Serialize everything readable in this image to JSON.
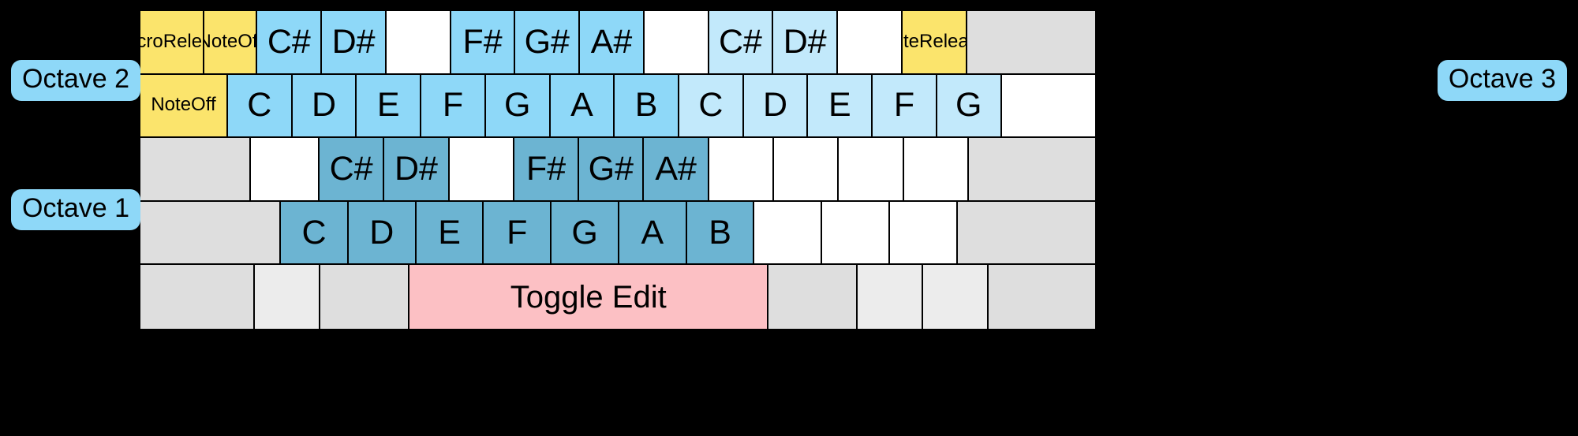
{
  "background_color": "#000000",
  "palette": {
    "yellow": "#fbe46c",
    "blue": "#8ed8f8",
    "blue_light": "#c2e9fb",
    "blue_dark": "#6cb4d2",
    "pink": "#fcc0c4",
    "gray": "#dedede",
    "gray_light": "#ececec",
    "white": "#ffffff"
  },
  "labels": {
    "octave_left_upper": "Octave 2",
    "octave_left_lower": "Octave 1",
    "octave_right": "Octave 3"
  },
  "keyboard": {
    "rows": [
      {
        "name": "number-row",
        "keys": [
          {
            "label": "Macro Release",
            "fill": "yellow",
            "size": "small",
            "lines": [
              "Macro",
              "Release"
            ]
          },
          {
            "label": "Note Off",
            "fill": "yellow",
            "size": "small",
            "lines": [
              "Note",
              "Off"
            ]
          },
          {
            "label": "C#",
            "fill": "blue",
            "size": "big"
          },
          {
            "label": "D#",
            "fill": "blue",
            "size": "big"
          },
          {
            "label": "",
            "fill": "white",
            "size": "big"
          },
          {
            "label": "F#",
            "fill": "blue",
            "size": "big"
          },
          {
            "label": "G#",
            "fill": "blue",
            "size": "big"
          },
          {
            "label": "A#",
            "fill": "blue",
            "size": "big"
          },
          {
            "label": "",
            "fill": "white",
            "size": "big"
          },
          {
            "label": "C#",
            "fill": "blue_light",
            "size": "big"
          },
          {
            "label": "D#",
            "fill": "blue_light",
            "size": "big"
          },
          {
            "label": "",
            "fill": "white",
            "size": "big"
          },
          {
            "label": "Note Release",
            "fill": "yellow",
            "size": "small",
            "lines": [
              "Note",
              "Release"
            ]
          },
          {
            "label": "",
            "fill": "gray",
            "size": "big"
          }
        ]
      },
      {
        "name": "top-letter-row",
        "keys": [
          {
            "label": "Note Off",
            "fill": "yellow",
            "size": "mid",
            "lines": [
              "Note",
              "Off"
            ]
          },
          {
            "label": "C",
            "fill": "blue",
            "size": "big"
          },
          {
            "label": "D",
            "fill": "blue",
            "size": "big"
          },
          {
            "label": "E",
            "fill": "blue",
            "size": "big"
          },
          {
            "label": "F",
            "fill": "blue",
            "size": "big"
          },
          {
            "label": "G",
            "fill": "blue",
            "size": "big"
          },
          {
            "label": "A",
            "fill": "blue",
            "size": "big"
          },
          {
            "label": "B",
            "fill": "blue",
            "size": "big"
          },
          {
            "label": "C",
            "fill": "blue_light",
            "size": "big"
          },
          {
            "label": "D",
            "fill": "blue_light",
            "size": "big"
          },
          {
            "label": "E",
            "fill": "blue_light",
            "size": "big"
          },
          {
            "label": "F",
            "fill": "blue_light",
            "size": "big"
          },
          {
            "label": "G",
            "fill": "blue_light",
            "size": "big"
          },
          {
            "label": "",
            "fill": "white",
            "size": "big"
          }
        ]
      },
      {
        "name": "home-row",
        "keys": [
          {
            "label": "",
            "fill": "gray",
            "size": "big"
          },
          {
            "label": "",
            "fill": "white",
            "size": "big"
          },
          {
            "label": "C#",
            "fill": "blue_dark",
            "size": "big"
          },
          {
            "label": "D#",
            "fill": "blue_dark",
            "size": "big"
          },
          {
            "label": "",
            "fill": "white",
            "size": "big"
          },
          {
            "label": "F#",
            "fill": "blue_dark",
            "size": "big"
          },
          {
            "label": "G#",
            "fill": "blue_dark",
            "size": "big"
          },
          {
            "label": "A#",
            "fill": "blue_dark",
            "size": "big"
          },
          {
            "label": "",
            "fill": "white",
            "size": "big"
          },
          {
            "label": "",
            "fill": "white",
            "size": "big"
          },
          {
            "label": "",
            "fill": "white",
            "size": "big"
          },
          {
            "label": "",
            "fill": "white",
            "size": "big"
          },
          {
            "label": "",
            "fill": "gray",
            "size": "big"
          }
        ]
      },
      {
        "name": "bottom-letter-row",
        "keys": [
          {
            "label": "",
            "fill": "gray",
            "size": "big"
          },
          {
            "label": "C",
            "fill": "blue_dark",
            "size": "big"
          },
          {
            "label": "D",
            "fill": "blue_dark",
            "size": "big"
          },
          {
            "label": "E",
            "fill": "blue_dark",
            "size": "big"
          },
          {
            "label": "F",
            "fill": "blue_dark",
            "size": "big"
          },
          {
            "label": "G",
            "fill": "blue_dark",
            "size": "big"
          },
          {
            "label": "A",
            "fill": "blue_dark",
            "size": "big"
          },
          {
            "label": "B",
            "fill": "blue_dark",
            "size": "big"
          },
          {
            "label": "",
            "fill": "white",
            "size": "big"
          },
          {
            "label": "",
            "fill": "white",
            "size": "big"
          },
          {
            "label": "",
            "fill": "white",
            "size": "big"
          },
          {
            "label": "",
            "fill": "gray",
            "size": "big"
          }
        ]
      },
      {
        "name": "space-row",
        "keys": [
          {
            "label": "",
            "fill": "gray",
            "size": "big"
          },
          {
            "label": "",
            "fill": "gray_light",
            "size": "big"
          },
          {
            "label": "",
            "fill": "gray",
            "size": "big"
          },
          {
            "label": "Toggle Edit",
            "fill": "pink",
            "size": "toggle"
          },
          {
            "label": "",
            "fill": "gray",
            "size": "big"
          },
          {
            "label": "",
            "fill": "gray_light",
            "size": "big"
          },
          {
            "label": "",
            "fill": "gray_light",
            "size": "big"
          },
          {
            "label": "",
            "fill": "gray",
            "size": "big"
          }
        ]
      }
    ]
  }
}
